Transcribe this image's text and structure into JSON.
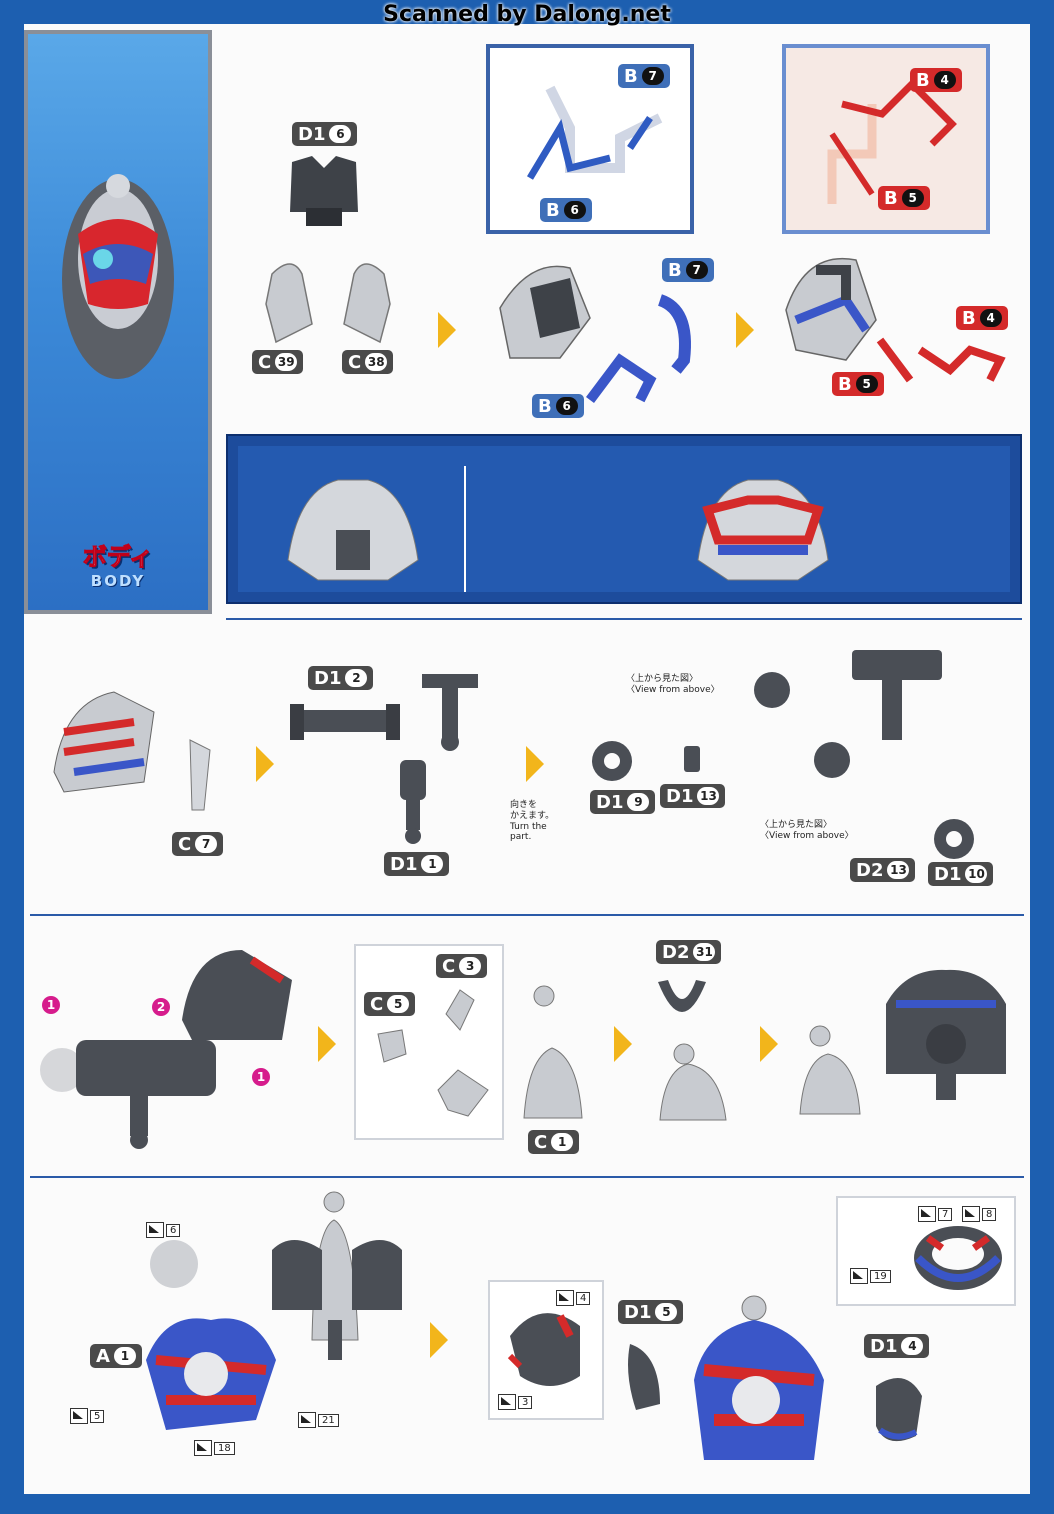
{
  "header": {
    "scan_credit": "Scanned by Dalong.net"
  },
  "side_panel": {
    "title_jp": "ボディ",
    "title_en": "BODY"
  },
  "section1": {
    "labels": {
      "d16": {
        "letter": "D1",
        "num": "6"
      },
      "c39": {
        "letter": "C",
        "num": "39"
      },
      "c38": {
        "letter": "C",
        "num": "38"
      },
      "b7_box": {
        "letter": "B",
        "num": "7"
      },
      "b6_box": {
        "letter": "B",
        "num": "6"
      },
      "b4_box": {
        "letter": "B",
        "num": "4"
      },
      "b5_box": {
        "letter": "B",
        "num": "5"
      },
      "b7": {
        "letter": "B",
        "num": "7"
      },
      "b6": {
        "letter": "B",
        "num": "6"
      },
      "b4": {
        "letter": "B",
        "num": "4"
      },
      "b5": {
        "letter": "B",
        "num": "5"
      }
    }
  },
  "section2": {
    "labels": {
      "c7": {
        "letter": "C",
        "num": "7"
      },
      "d12": {
        "letter": "D1",
        "num": "2"
      },
      "d11": {
        "letter": "D1",
        "num": "1"
      },
      "d19": {
        "letter": "D1",
        "num": "9"
      },
      "d113": {
        "letter": "D1",
        "num": "13"
      },
      "d213": {
        "letter": "D2",
        "num": "13"
      },
      "d110": {
        "letter": "D1",
        "num": "10"
      }
    },
    "view_from_above_jp": "〈上から見た図〉",
    "view_from_above_en": "〈View from above〉",
    "turn_jp_1": "向きを",
    "turn_jp_2": "かえます。",
    "turn_en_1": "Turn the",
    "turn_en_2": "part."
  },
  "section3": {
    "labels": {
      "c3": {
        "letter": "C",
        "num": "3"
      },
      "c5": {
        "letter": "C",
        "num": "5"
      },
      "c1": {
        "letter": "C",
        "num": "1"
      },
      "d231": {
        "letter": "D2",
        "num": "31"
      }
    },
    "steps": [
      "1",
      "2",
      "1"
    ]
  },
  "section4": {
    "labels": {
      "a1": {
        "letter": "A",
        "num": "1"
      },
      "d15": {
        "letter": "D1",
        "num": "5"
      },
      "d14": {
        "letter": "D1",
        "num": "4"
      }
    },
    "stickers": [
      "6",
      "5",
      "18",
      "21",
      "4",
      "3",
      "7",
      "8",
      "19"
    ]
  },
  "colors": {
    "brand_blue": "#1d5fb0",
    "part_red": "#d42a2a",
    "part_blue": "#3f6fb8",
    "accent_yellow": "#f2b51b"
  }
}
